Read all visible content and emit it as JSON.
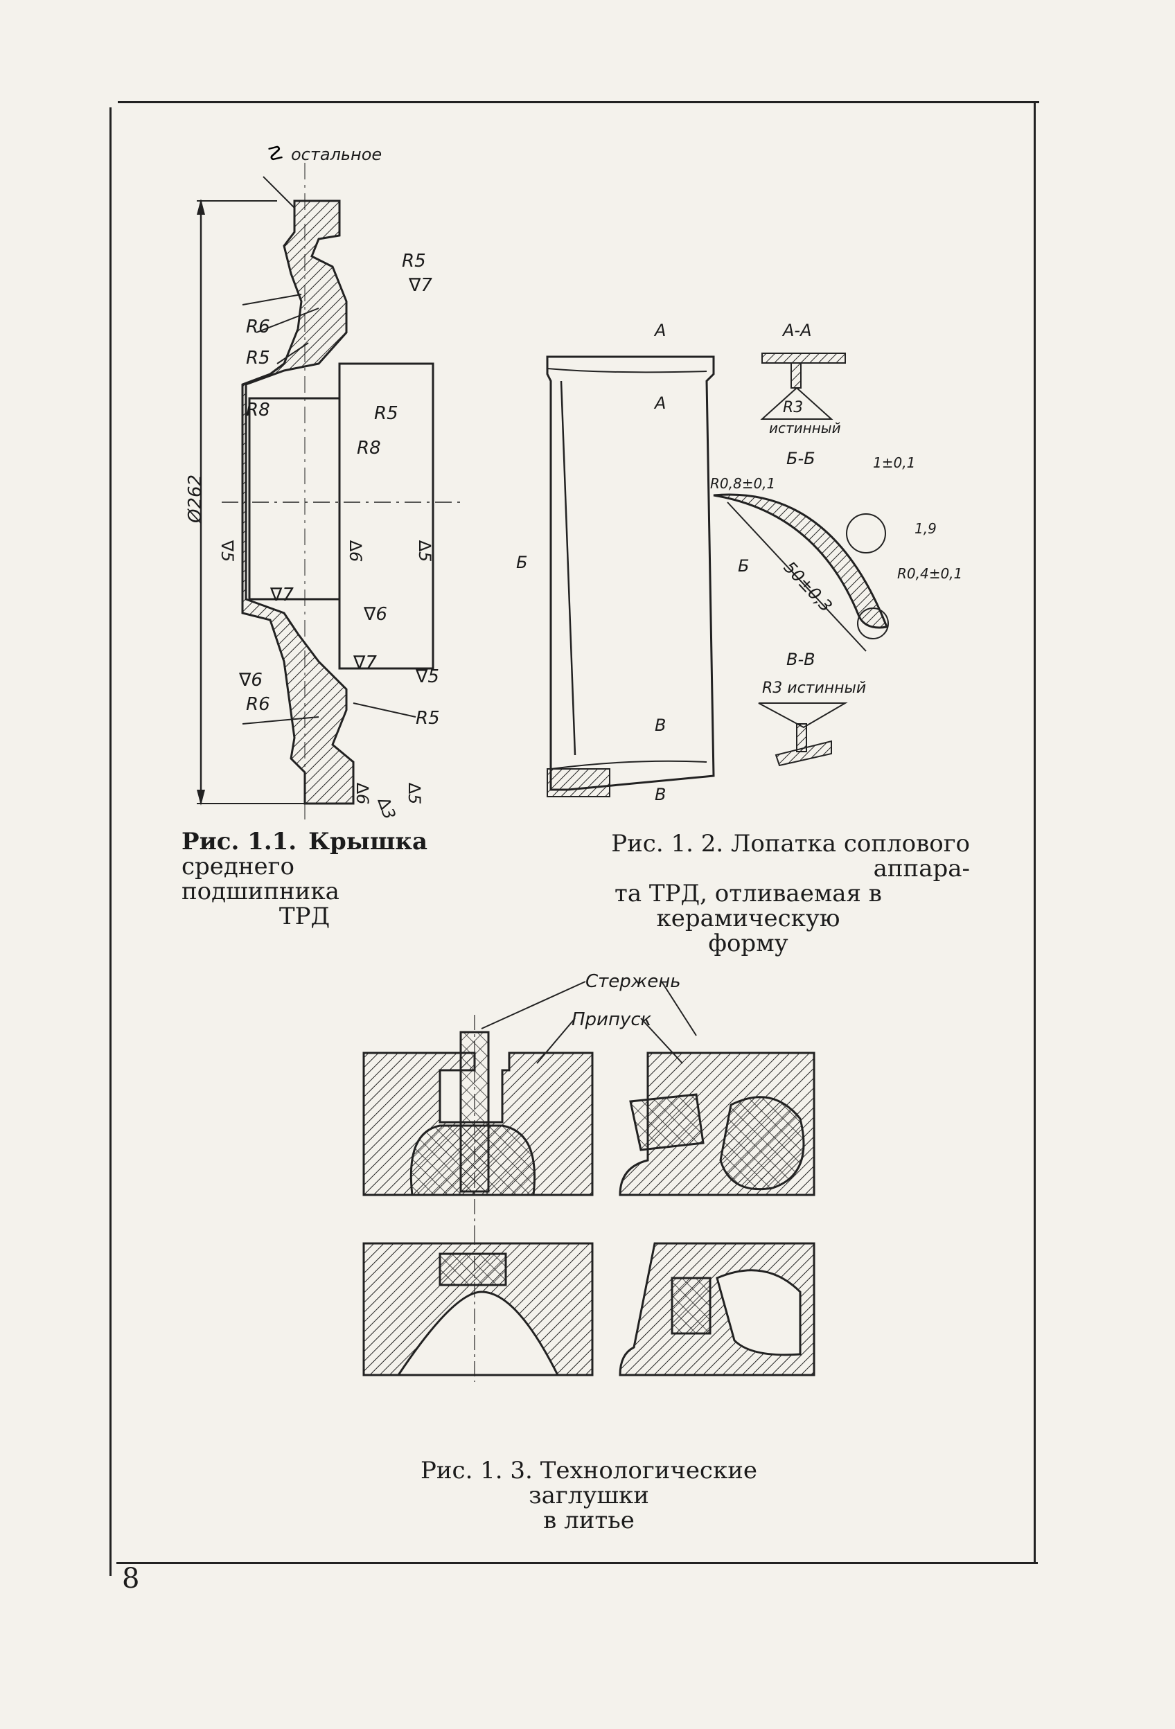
{
  "page_number": "8",
  "fig1": {
    "caption_label": "Рис. 1.1.",
    "caption_title": "Крышка",
    "caption_line2": "среднего подшипника",
    "caption_line3": "ТРД",
    "note": "остальное",
    "dimension": "Ø262",
    "labels": [
      "R5",
      "∇7",
      "R6",
      "R5",
      "R8",
      "R5",
      "R8",
      "∇5",
      "∆6",
      "∆5",
      "∇7",
      "∇6",
      "∇6",
      "R6",
      "∇7",
      "∇5",
      "R5",
      "∆5",
      "∆6",
      "∆3"
    ]
  },
  "fig2": {
    "caption_label": "Рис. 1. 2.",
    "caption_line1": "Лопатка соплового аппара-",
    "caption_line2": "та ТРД, отливаемая в керамическую",
    "caption_line3": "форму",
    "section_aa": "А-А",
    "r3_true": "R3",
    "r3_true_word": "истинный",
    "section_bb": "Б-Б",
    "tol1": "1±0,1",
    "r08": "R0,8±0,1",
    "dim_19": "1,9",
    "dim_50": "50±0,3",
    "r04": "R0,4±0,1",
    "section_vv": "В-В",
    "r3_true2": "R3 истинный",
    "mark_a": "А",
    "mark_b": "Б",
    "mark_v": "В"
  },
  "fig3": {
    "label_core": "Стержень",
    "label_allowance": "Припуск",
    "caption_label": "Рис. 1. 3.",
    "caption_line1": "Технологические заглушки",
    "caption_line2": "в литье"
  }
}
